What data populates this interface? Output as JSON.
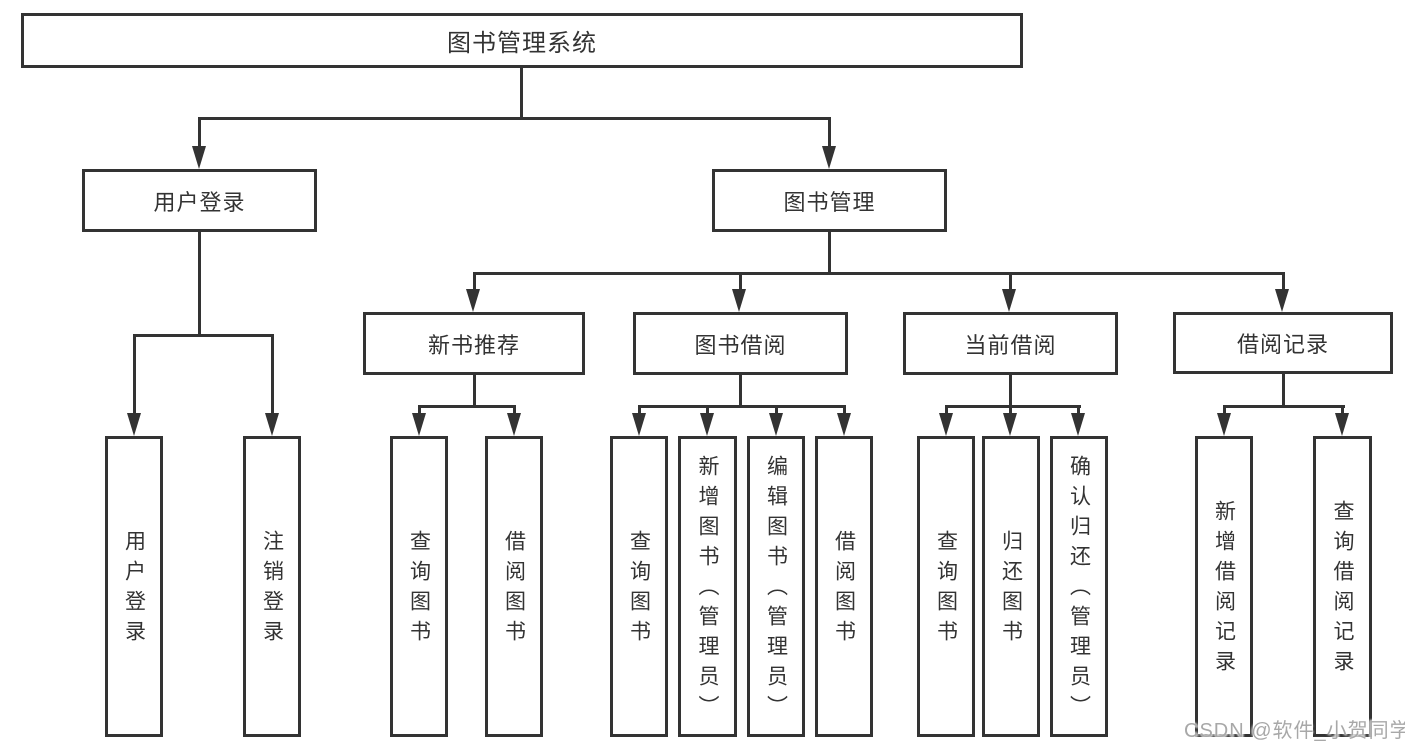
{
  "tree": {
    "root": {
      "label": "图书管理系统"
    },
    "l2": [
      {
        "label": "用户登录"
      },
      {
        "label": "图书管理"
      }
    ],
    "l3": [
      {
        "label": "新书推荐"
      },
      {
        "label": "图书借阅"
      },
      {
        "label": "当前借阅"
      },
      {
        "label": "借阅记录"
      }
    ],
    "leaves": {
      "userLogin": [
        {
          "label": "用户登录"
        },
        {
          "label": "注销登录"
        }
      ],
      "newBook": [
        {
          "label": "查询图书"
        },
        {
          "label": "借阅图书"
        }
      ],
      "bookBorrow": [
        {
          "label": "查询图书"
        },
        {
          "label": "新增图书（管理员）"
        },
        {
          "label": "编辑图书（管理员）"
        },
        {
          "label": "借阅图书"
        }
      ],
      "currentBorrow": [
        {
          "label": "查询图书"
        },
        {
          "label": "归还图书"
        },
        {
          "label": "确认归还（管理员）"
        }
      ],
      "borrowRecord": [
        {
          "label": "新增借阅记录"
        },
        {
          "label": "查询借阅记录"
        }
      ]
    }
  },
  "watermark": {
    "text": "CSDN @软件_小贺同学"
  },
  "colors": {
    "line": "#333333",
    "text": "#333333",
    "background": "#ffffff",
    "watermark": "#a8a8a8"
  }
}
